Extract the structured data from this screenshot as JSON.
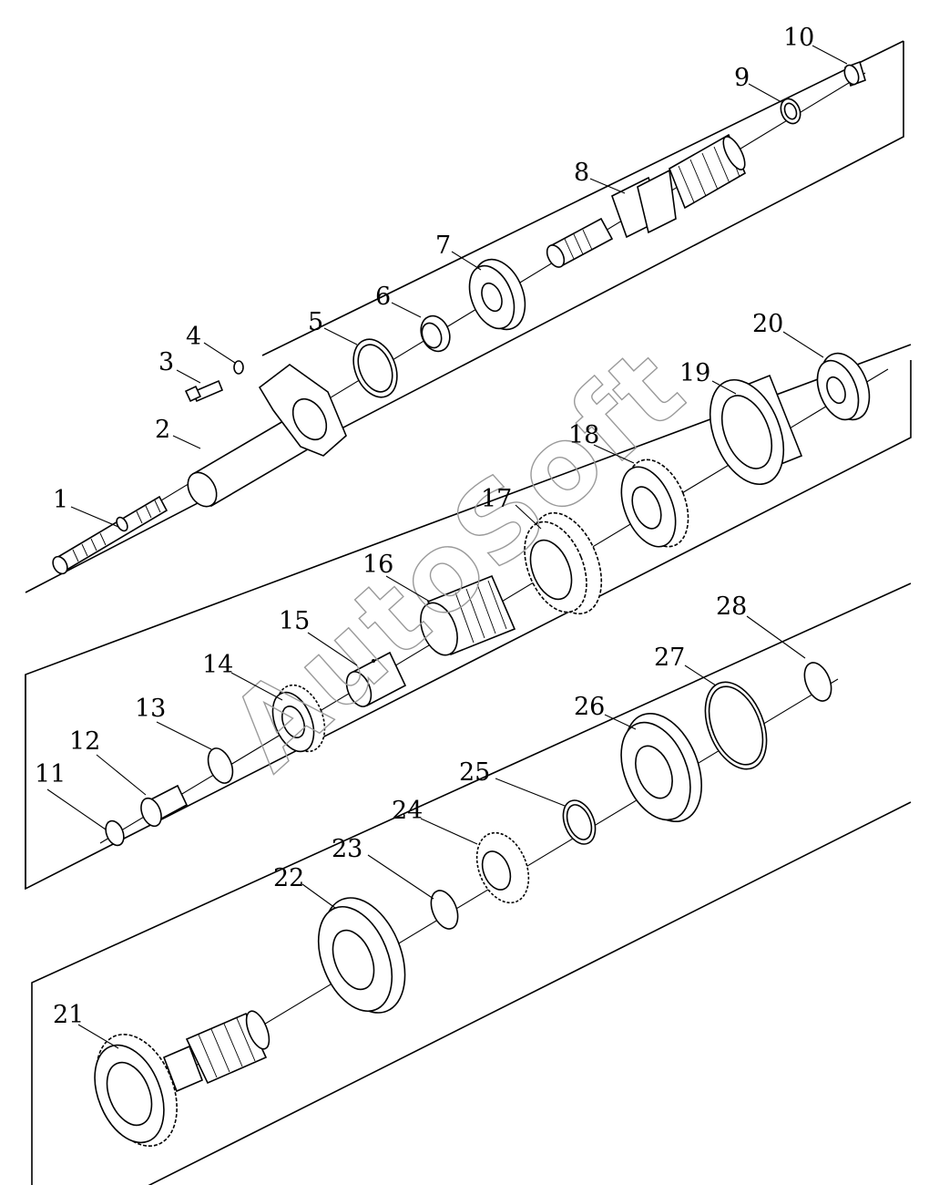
{
  "watermark": "AutoSoft",
  "callouts": [
    {
      "id": "1",
      "label": "1",
      "part": "input-shaft"
    },
    {
      "id": "2",
      "label": "2",
      "part": "sleeve"
    },
    {
      "id": "3",
      "label": "3",
      "part": "bolt"
    },
    {
      "id": "4",
      "label": "4",
      "part": "washer"
    },
    {
      "id": "5",
      "label": "5",
      "part": "snap-ring"
    },
    {
      "id": "6",
      "label": "6",
      "part": "seal"
    },
    {
      "id": "7",
      "label": "7",
      "part": "ball-bearing"
    },
    {
      "id": "8",
      "label": "8",
      "part": "splined-shaft"
    },
    {
      "id": "9",
      "label": "9",
      "part": "ring"
    },
    {
      "id": "10",
      "label": "10",
      "part": "bushing"
    },
    {
      "id": "11",
      "label": "11",
      "part": "snap-ring"
    },
    {
      "id": "12",
      "label": "12",
      "part": "needle-bearing"
    },
    {
      "id": "13",
      "label": "13",
      "part": "circlip"
    },
    {
      "id": "14",
      "label": "14",
      "part": "gear"
    },
    {
      "id": "15",
      "label": "15",
      "part": "bushing"
    },
    {
      "id": "16",
      "label": "16",
      "part": "needle-roller-set"
    },
    {
      "id": "17",
      "label": "17",
      "part": "gear"
    },
    {
      "id": "18",
      "label": "18",
      "part": "gear"
    },
    {
      "id": "19",
      "label": "19",
      "part": "coupling-sleeve"
    },
    {
      "id": "20",
      "label": "20",
      "part": "ball-bearing"
    },
    {
      "id": "21",
      "label": "21",
      "part": "output-shaft-gear"
    },
    {
      "id": "22",
      "label": "22",
      "part": "ball-bearing"
    },
    {
      "id": "23",
      "label": "23",
      "part": "circlip"
    },
    {
      "id": "24",
      "label": "24",
      "part": "gear"
    },
    {
      "id": "25",
      "label": "25",
      "part": "snap-ring"
    },
    {
      "id": "26",
      "label": "26",
      "part": "ball-bearing"
    },
    {
      "id": "27",
      "label": "27",
      "part": "snap-ring"
    },
    {
      "id": "28",
      "label": "28",
      "part": "circlip"
    }
  ]
}
